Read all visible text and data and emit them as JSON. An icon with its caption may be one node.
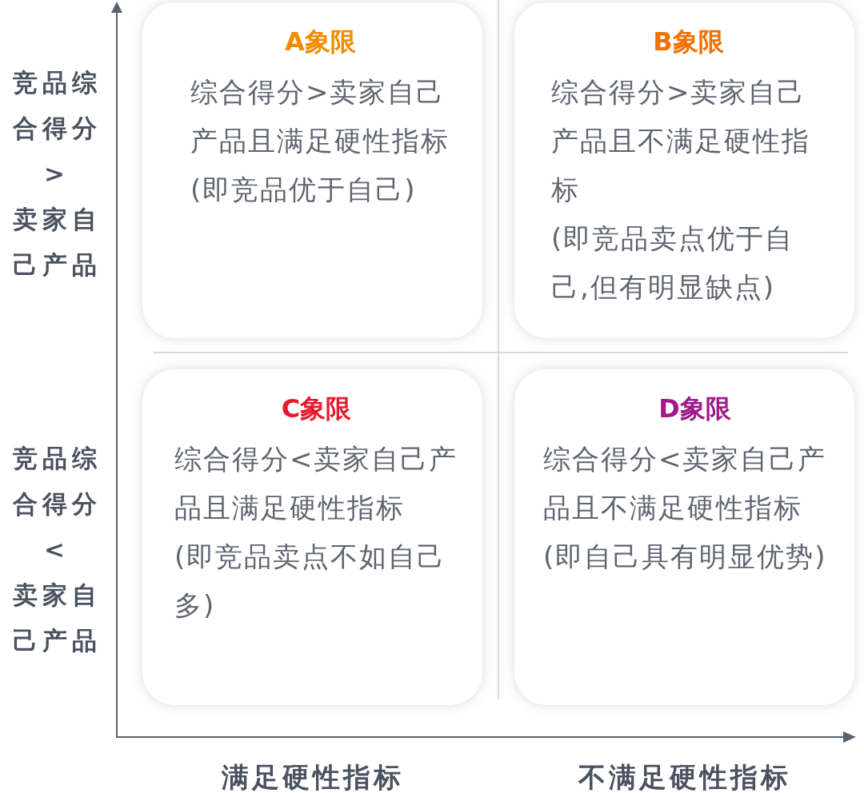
{
  "diagram": {
    "nodes": [
      {
        "text": [
          "A象限",
          "综合得分>卖家自己产品且满足硬性指标",
          "(即竞品优于自己)"
        ]
      },
      {
        "text": [
          "B象限",
          "综合得分>卖家自己产品且不满足硬性指标",
          "(即竞品卖点优于自己,但有明显缺点)"
        ]
      },
      {
        "text": [
          "C象限",
          "综合得分<卖家自己产品且满足硬性指标",
          "(即竞品卖点不如自己多)"
        ]
      },
      {
        "text": [
          "D象限",
          "综合得分<卖家自己产品且不满足硬性指标",
          "(即自己具有明显优势)"
        ]
      }
    ],
    "labels": [
      "竞品综合得分",
      ">",
      "卖家自己产品",
      "竞品综合得分",
      "<",
      "卖家自己产品",
      "满足硬性指标",
      "不满足硬性指标"
    ]
  }
}
